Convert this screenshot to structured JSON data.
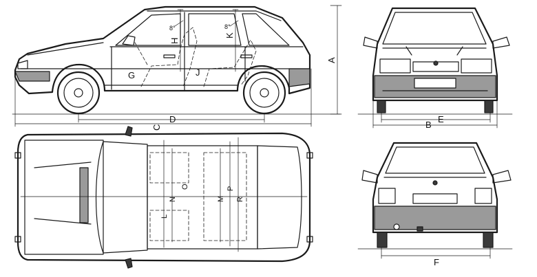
{
  "labels": {
    "A": "A",
    "B": "B",
    "C": "C",
    "D": "D",
    "E": "E",
    "F": "F",
    "G": "G",
    "H": "H",
    "J": "J",
    "K": "K",
    "L": "L",
    "M": "M",
    "N": "N",
    "O": "O",
    "P": "P",
    "R": "R",
    "angle_front": "8°",
    "angle_rear": "8°"
  },
  "colors": {
    "ink": "#1a1a1a",
    "paper": "#ffffff",
    "bumper_shade": "#9a9a9a"
  }
}
